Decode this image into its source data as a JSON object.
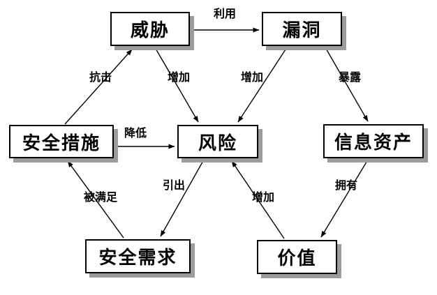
{
  "diagram": {
    "description": "Security risk relationship diagram",
    "nodes": {
      "threat": {
        "label": "威胁"
      },
      "vulnerability": {
        "label": "漏洞"
      },
      "security_measure": {
        "label": "安全措施"
      },
      "risk": {
        "label": "风险"
      },
      "info_asset": {
        "label": "信息资产"
      },
      "security_requirement": {
        "label": "安全需求"
      },
      "value": {
        "label": "价值"
      }
    },
    "edges": {
      "exploit": {
        "label": "利用",
        "from": "threat",
        "to": "vulnerability"
      },
      "resist": {
        "label": "抗击",
        "from": "security_measure",
        "to": "threat"
      },
      "increase_threat": {
        "label": "增加",
        "from": "threat",
        "to": "risk"
      },
      "increase_vuln": {
        "label": "增加",
        "from": "vulnerability",
        "to": "risk"
      },
      "expose": {
        "label": "暴露",
        "from": "vulnerability",
        "to": "info_asset"
      },
      "reduce": {
        "label": "降低",
        "from": "security_measure",
        "to": "risk"
      },
      "lead_to": {
        "label": "引出",
        "from": "risk",
        "to": "security_requirement"
      },
      "satisfied": {
        "label": "被满足",
        "from": "security_requirement",
        "to": "security_measure"
      },
      "increase_value": {
        "label": "增加",
        "from": "value",
        "to": "risk"
      },
      "own": {
        "label": "拥有",
        "from": "info_asset",
        "to": "value"
      }
    },
    "colors": {
      "background": "#ffffff",
      "box_fill": "#ffffff",
      "box_border": "#000000",
      "box_shadow": "#9c9c9c",
      "line": "#000000",
      "text": "#000000"
    }
  }
}
